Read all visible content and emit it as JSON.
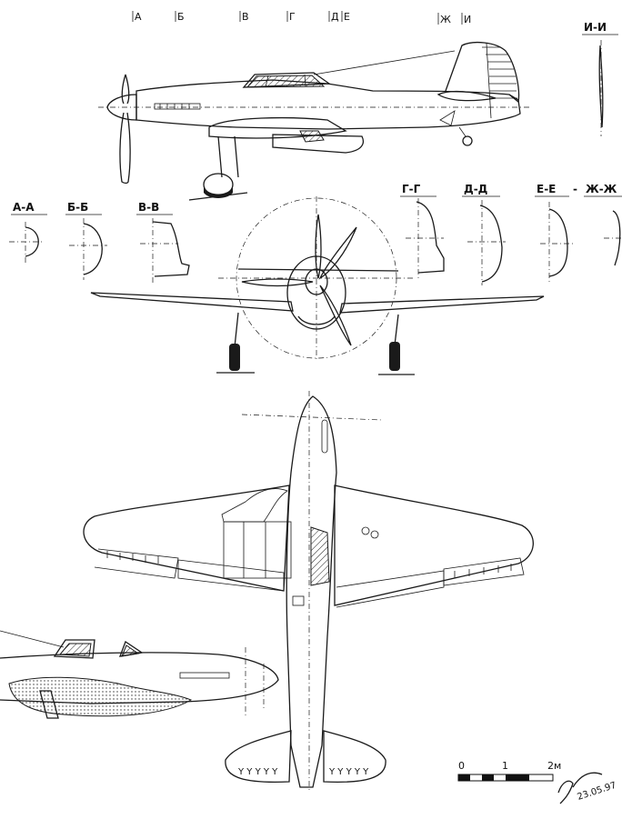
{
  "section_marks_top": [
    "А",
    "Б",
    "В",
    "Г",
    "Д",
    "Е",
    "Ж",
    "И"
  ],
  "section_headers": {
    "ii": "И-И",
    "aa": "А-А",
    "bb": "Б-Б",
    "vv": "В-В",
    "gg": "Г-Г",
    "dd": "Д-Д",
    "ee": "Е-Е",
    "zhzh": "Ж-Ж"
  },
  "scale_bar": {
    "ticks": [
      "0",
      "1",
      "2м"
    ]
  },
  "signature": {
    "date": "23.05.97"
  }
}
